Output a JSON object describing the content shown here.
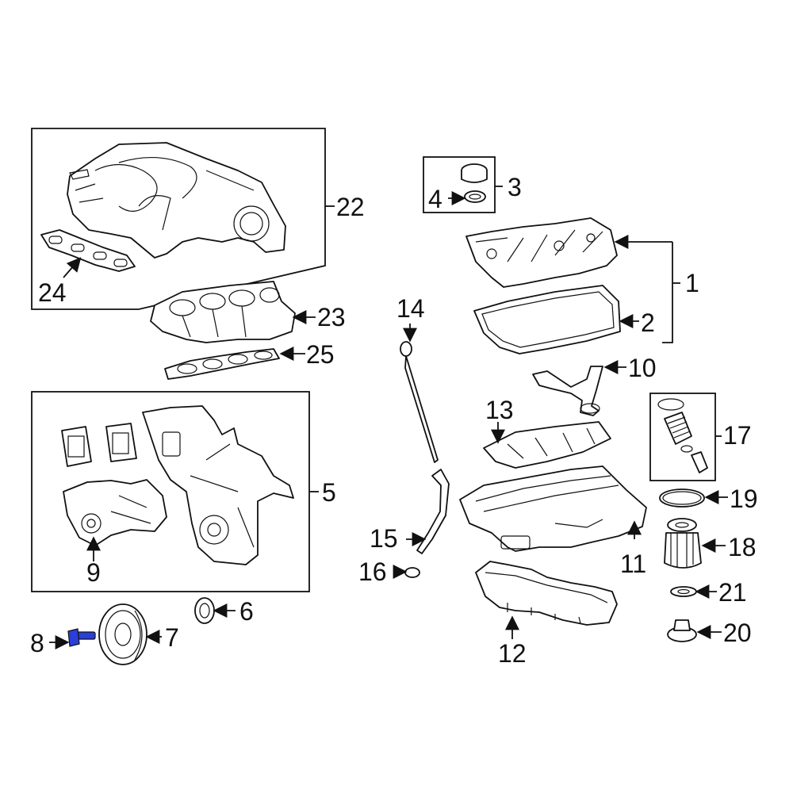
{
  "callouts": {
    "c1": "1",
    "c2": "2",
    "c3": "3",
    "c4": "4",
    "c5": "5",
    "c6": "6",
    "c7": "7",
    "c8": "8",
    "c9": "9",
    "c10": "10",
    "c11": "11",
    "c12": "12",
    "c13": "13",
    "c14": "14",
    "c15": "15",
    "c16": "16",
    "c17": "17",
    "c18": "18",
    "c19": "19",
    "c20": "20",
    "c21": "21",
    "c22": "22",
    "c23": "23",
    "c24": "24",
    "c25": "25"
  },
  "colors": {
    "line": "#111111",
    "background": "#ffffff",
    "highlight_part": "#2a3fd8"
  },
  "highlighted_part": "8"
}
